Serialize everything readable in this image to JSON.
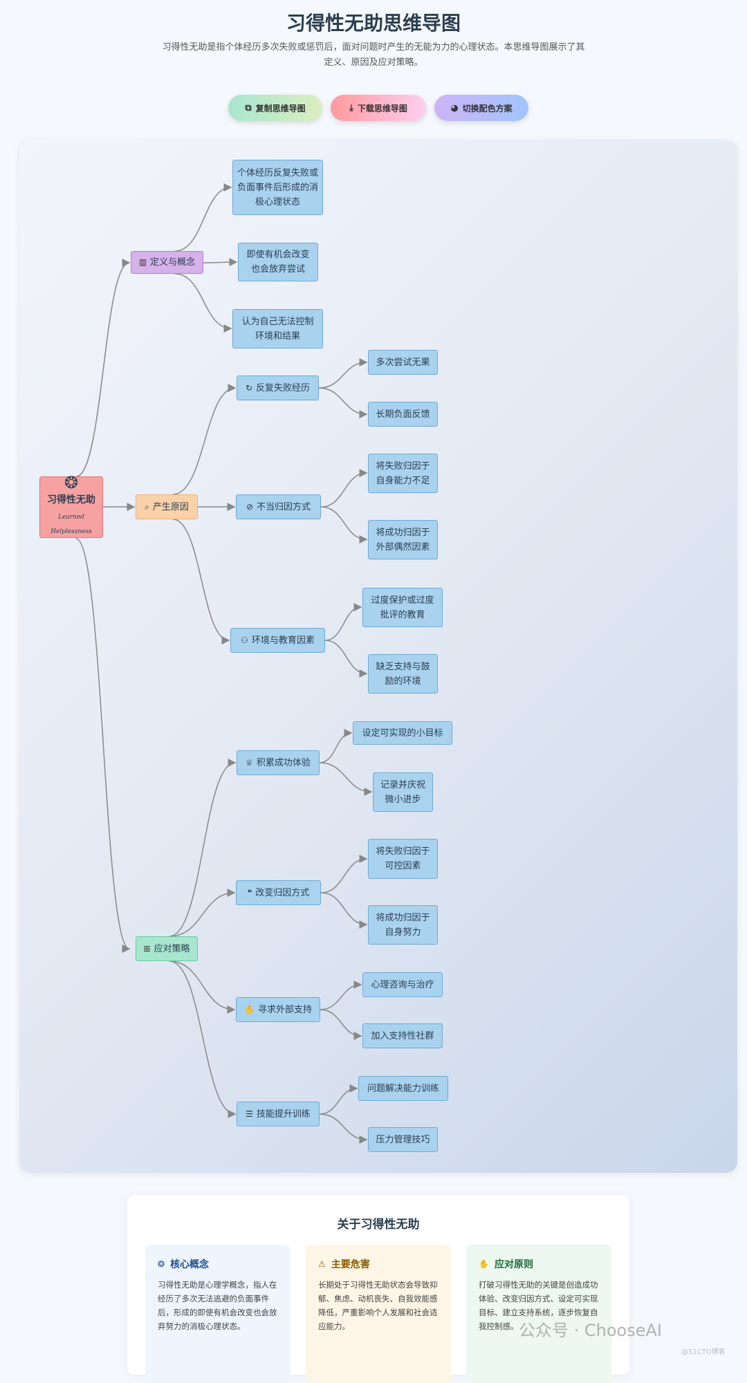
{
  "header": {
    "title": "习得性无助思维导图",
    "description": "习得性无助是指个体经历多次失败或惩罚后，面对问题时产生的无能为力的心理状态。本思维导图展示了其定义、原因及应对策略。"
  },
  "toolbar": {
    "copy_label": "复制思维导图",
    "download_label": "下载思维导图",
    "color_label": "切换配色方案"
  },
  "mindmap": {
    "root": {
      "title": "习得性无助",
      "subtitle": "Learned Helplessness",
      "icon": "brain-icon"
    },
    "categories": [
      {
        "label": "定义与概念",
        "icon": "book-icon",
        "color": "#d6b2ea",
        "leaves": [
          "个体经历反复失败或负面事件后形成的消极心理状态",
          "即使有机会改变也会放弃尝试",
          "认为自己无法控制环境和结果"
        ]
      },
      {
        "label": "产生原因",
        "icon": "search-icon",
        "color": "#f9d2a9",
        "subs": [
          {
            "label": "反复失败经历",
            "icon": "redo-icon",
            "leaves": [
              "多次尝试无果",
              "长期负面反馈"
            ]
          },
          {
            "label": "不当归因方式",
            "icon": "eye-slash-icon",
            "leaves": [
              "将失败归因于自身能力不足",
              "将成功归因于外部偶然因素"
            ]
          },
          {
            "label": "环境与教育因素",
            "icon": "users-icon",
            "leaves": [
              "过度保护或过度批评的教育",
              "缺乏支持与鼓励的环境"
            ]
          }
        ]
      },
      {
        "label": "应对策略",
        "icon": "first-aid-icon",
        "color": "#a8e6cf",
        "subs": [
          {
            "label": "积累成功体验",
            "icon": "trophy-icon",
            "leaves": [
              "设定可实现的小目标",
              "记录并庆祝微小进步"
            ]
          },
          {
            "label": "改变归因方式",
            "icon": "comments-icon",
            "leaves": [
              "将失败归因于可控因素",
              "将成功归因于自身努力"
            ]
          },
          {
            "label": "寻求外部支持",
            "icon": "handshake-icon",
            "leaves": [
              "心理咨询与治疗",
              "加入支持性社群"
            ]
          },
          {
            "label": "技能提升训练",
            "icon": "list-check-icon",
            "leaves": [
              "问题解决能力训练",
              "压力管理技巧"
            ]
          }
        ]
      }
    ]
  },
  "about": {
    "title": "关于习得性无助",
    "cards": [
      {
        "title": "核心概念",
        "icon": "brain-icon",
        "text": "习得性无助是心理学概念，指人在经历了多次无法逃避的负面事件后，形成的即使有机会改变也会放弃努力的消极心理状态。"
      },
      {
        "title": "主要危害",
        "icon": "warning-icon",
        "text": "长期处于习得性无助状态会导致抑郁、焦虑、动机丧失、自我效能感降低，严重影响个人发展和社会适应能力。"
      },
      {
        "title": "应对原则",
        "icon": "handshake-icon",
        "text": "打破习得性无助的关键是创造成功体验、改变归因方式、设定可实现目标、建立支持系统，逐步恢复自我控制感。"
      }
    ]
  },
  "watermark": {
    "brand": "公众号 · ChooseAI",
    "site": "@51CTO博客"
  }
}
